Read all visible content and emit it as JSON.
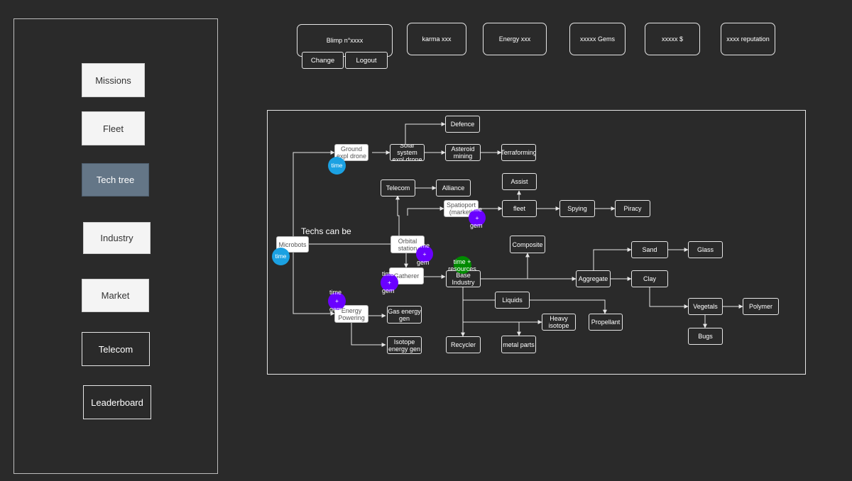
{
  "sidebar": {
    "items": [
      {
        "label": "Missions"
      },
      {
        "label": "Fleet"
      },
      {
        "label": "Tech tree"
      },
      {
        "label": "Industry"
      },
      {
        "label": "Market"
      },
      {
        "label": "Telecom"
      },
      {
        "label": "Leaderboard"
      }
    ]
  },
  "header": {
    "blimp": "Blimp n°xxxx",
    "change": "Change",
    "logout": "Logout",
    "karma": "karma xxx",
    "energy": "Energy  xxx",
    "gems": "xxxxx Gems",
    "money": "xxxxx $",
    "reputation": "xxxx reputation"
  },
  "tree": {
    "note": "Techs can be",
    "nodes": {
      "microbots": "Microbots",
      "ground": "Ground expl drone",
      "solar": "Solar system expl drone",
      "defence": "Defence",
      "asteroid": "Asteroid mining",
      "terraforming": "Terraforming",
      "telecom": "Telecom",
      "alliance": "Alliance",
      "assist": "Assist",
      "spatioport": "Spatioport (market)",
      "fleet": "fleet",
      "spying": "Spying",
      "piracy": "Piracy",
      "orbital": "Orbital station",
      "composite": "Composite",
      "gatherer": "Gatherer",
      "base": "Base Industry",
      "aggregate": "Aggregate",
      "sand": "Sand",
      "glass": "Glass",
      "clay": "Clay",
      "liquids": "Liquids",
      "energy_powering": "Energy Powering",
      "gas": "Gas energy gen",
      "isotope": "Isotope energy gen",
      "recycler": "Recycler",
      "metal": "metal parts",
      "heavy": "Heavy isotope",
      "propellant": "Propellant",
      "vegetals": "Vegetals",
      "polymer": "Polymer",
      "bugs": "Bugs"
    },
    "badges": {
      "time": "time",
      "plus": "+",
      "gem": "gem",
      "time_resources": "time + resources"
    }
  }
}
